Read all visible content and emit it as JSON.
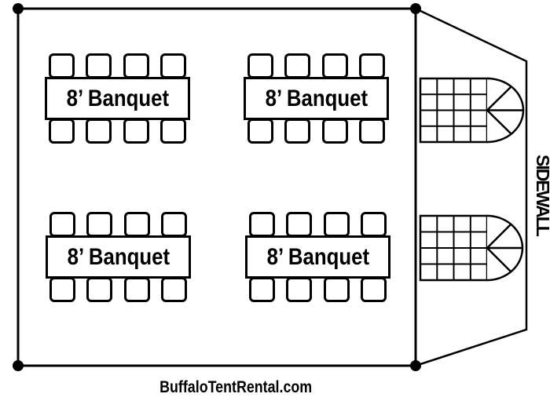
{
  "diagram": {
    "background_color": "#ffffff",
    "line_color": "#000000",
    "tables": [
      {
        "label": "8’ Banquet",
        "chairs": 8
      },
      {
        "label": "8’ Banquet",
        "chairs": 8
      },
      {
        "label": "8’ Banquet",
        "chairs": 8
      },
      {
        "label": "8’ Banquet",
        "chairs": 8
      }
    ],
    "sidewall": {
      "label": "SIDEWALL",
      "window_units": 2
    },
    "footer": {
      "website": "BuffaloTentRental.com"
    }
  }
}
